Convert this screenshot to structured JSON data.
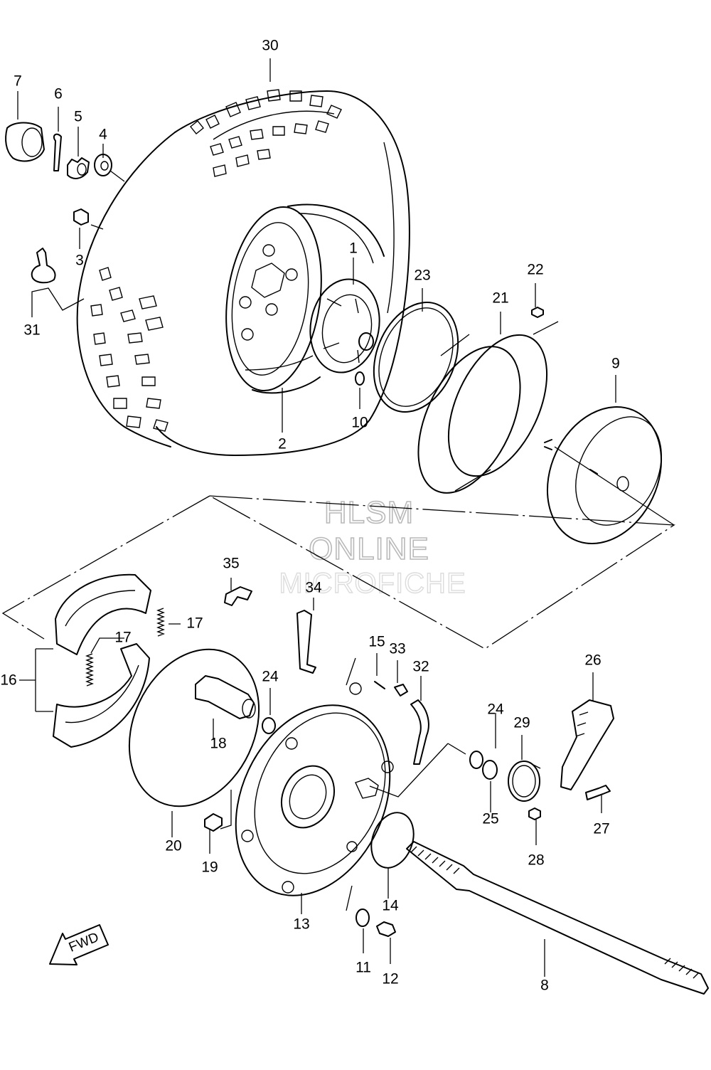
{
  "watermark": {
    "line1": "HLSM",
    "line2": "ONLINE",
    "line3": "MICROFICHE"
  },
  "direction_badge": "FWD",
  "callouts": [
    {
      "id": "c30",
      "text": "30"
    },
    {
      "id": "c7",
      "text": "7"
    },
    {
      "id": "c6",
      "text": "6"
    },
    {
      "id": "c5",
      "text": "5"
    },
    {
      "id": "c4",
      "text": "4"
    },
    {
      "id": "c3",
      "text": "3"
    },
    {
      "id": "c31",
      "text": "31"
    },
    {
      "id": "c1",
      "text": "1"
    },
    {
      "id": "c23",
      "text": "23"
    },
    {
      "id": "c22",
      "text": "22"
    },
    {
      "id": "c21",
      "text": "21"
    },
    {
      "id": "c9",
      "text": "9"
    },
    {
      "id": "c10",
      "text": "10"
    },
    {
      "id": "c2",
      "text": "2"
    },
    {
      "id": "c35",
      "text": "35"
    },
    {
      "id": "c34",
      "text": "34"
    },
    {
      "id": "c17a",
      "text": "17"
    },
    {
      "id": "c17b",
      "text": "17"
    },
    {
      "id": "c16",
      "text": "16"
    },
    {
      "id": "c15",
      "text": "15"
    },
    {
      "id": "c33",
      "text": "33"
    },
    {
      "id": "c32",
      "text": "32"
    },
    {
      "id": "c26",
      "text": "26"
    },
    {
      "id": "c24a",
      "text": "24"
    },
    {
      "id": "c24b",
      "text": "24"
    },
    {
      "id": "c18",
      "text": "18"
    },
    {
      "id": "c29",
      "text": "29"
    },
    {
      "id": "c25",
      "text": "25"
    },
    {
      "id": "c27",
      "text": "27"
    },
    {
      "id": "c28",
      "text": "28"
    },
    {
      "id": "c20",
      "text": "20"
    },
    {
      "id": "c19",
      "text": "19"
    },
    {
      "id": "c14",
      "text": "14"
    },
    {
      "id": "c13",
      "text": "13"
    },
    {
      "id": "c11",
      "text": "11"
    },
    {
      "id": "c12",
      "text": "12"
    },
    {
      "id": "c8",
      "text": "8"
    }
  ]
}
